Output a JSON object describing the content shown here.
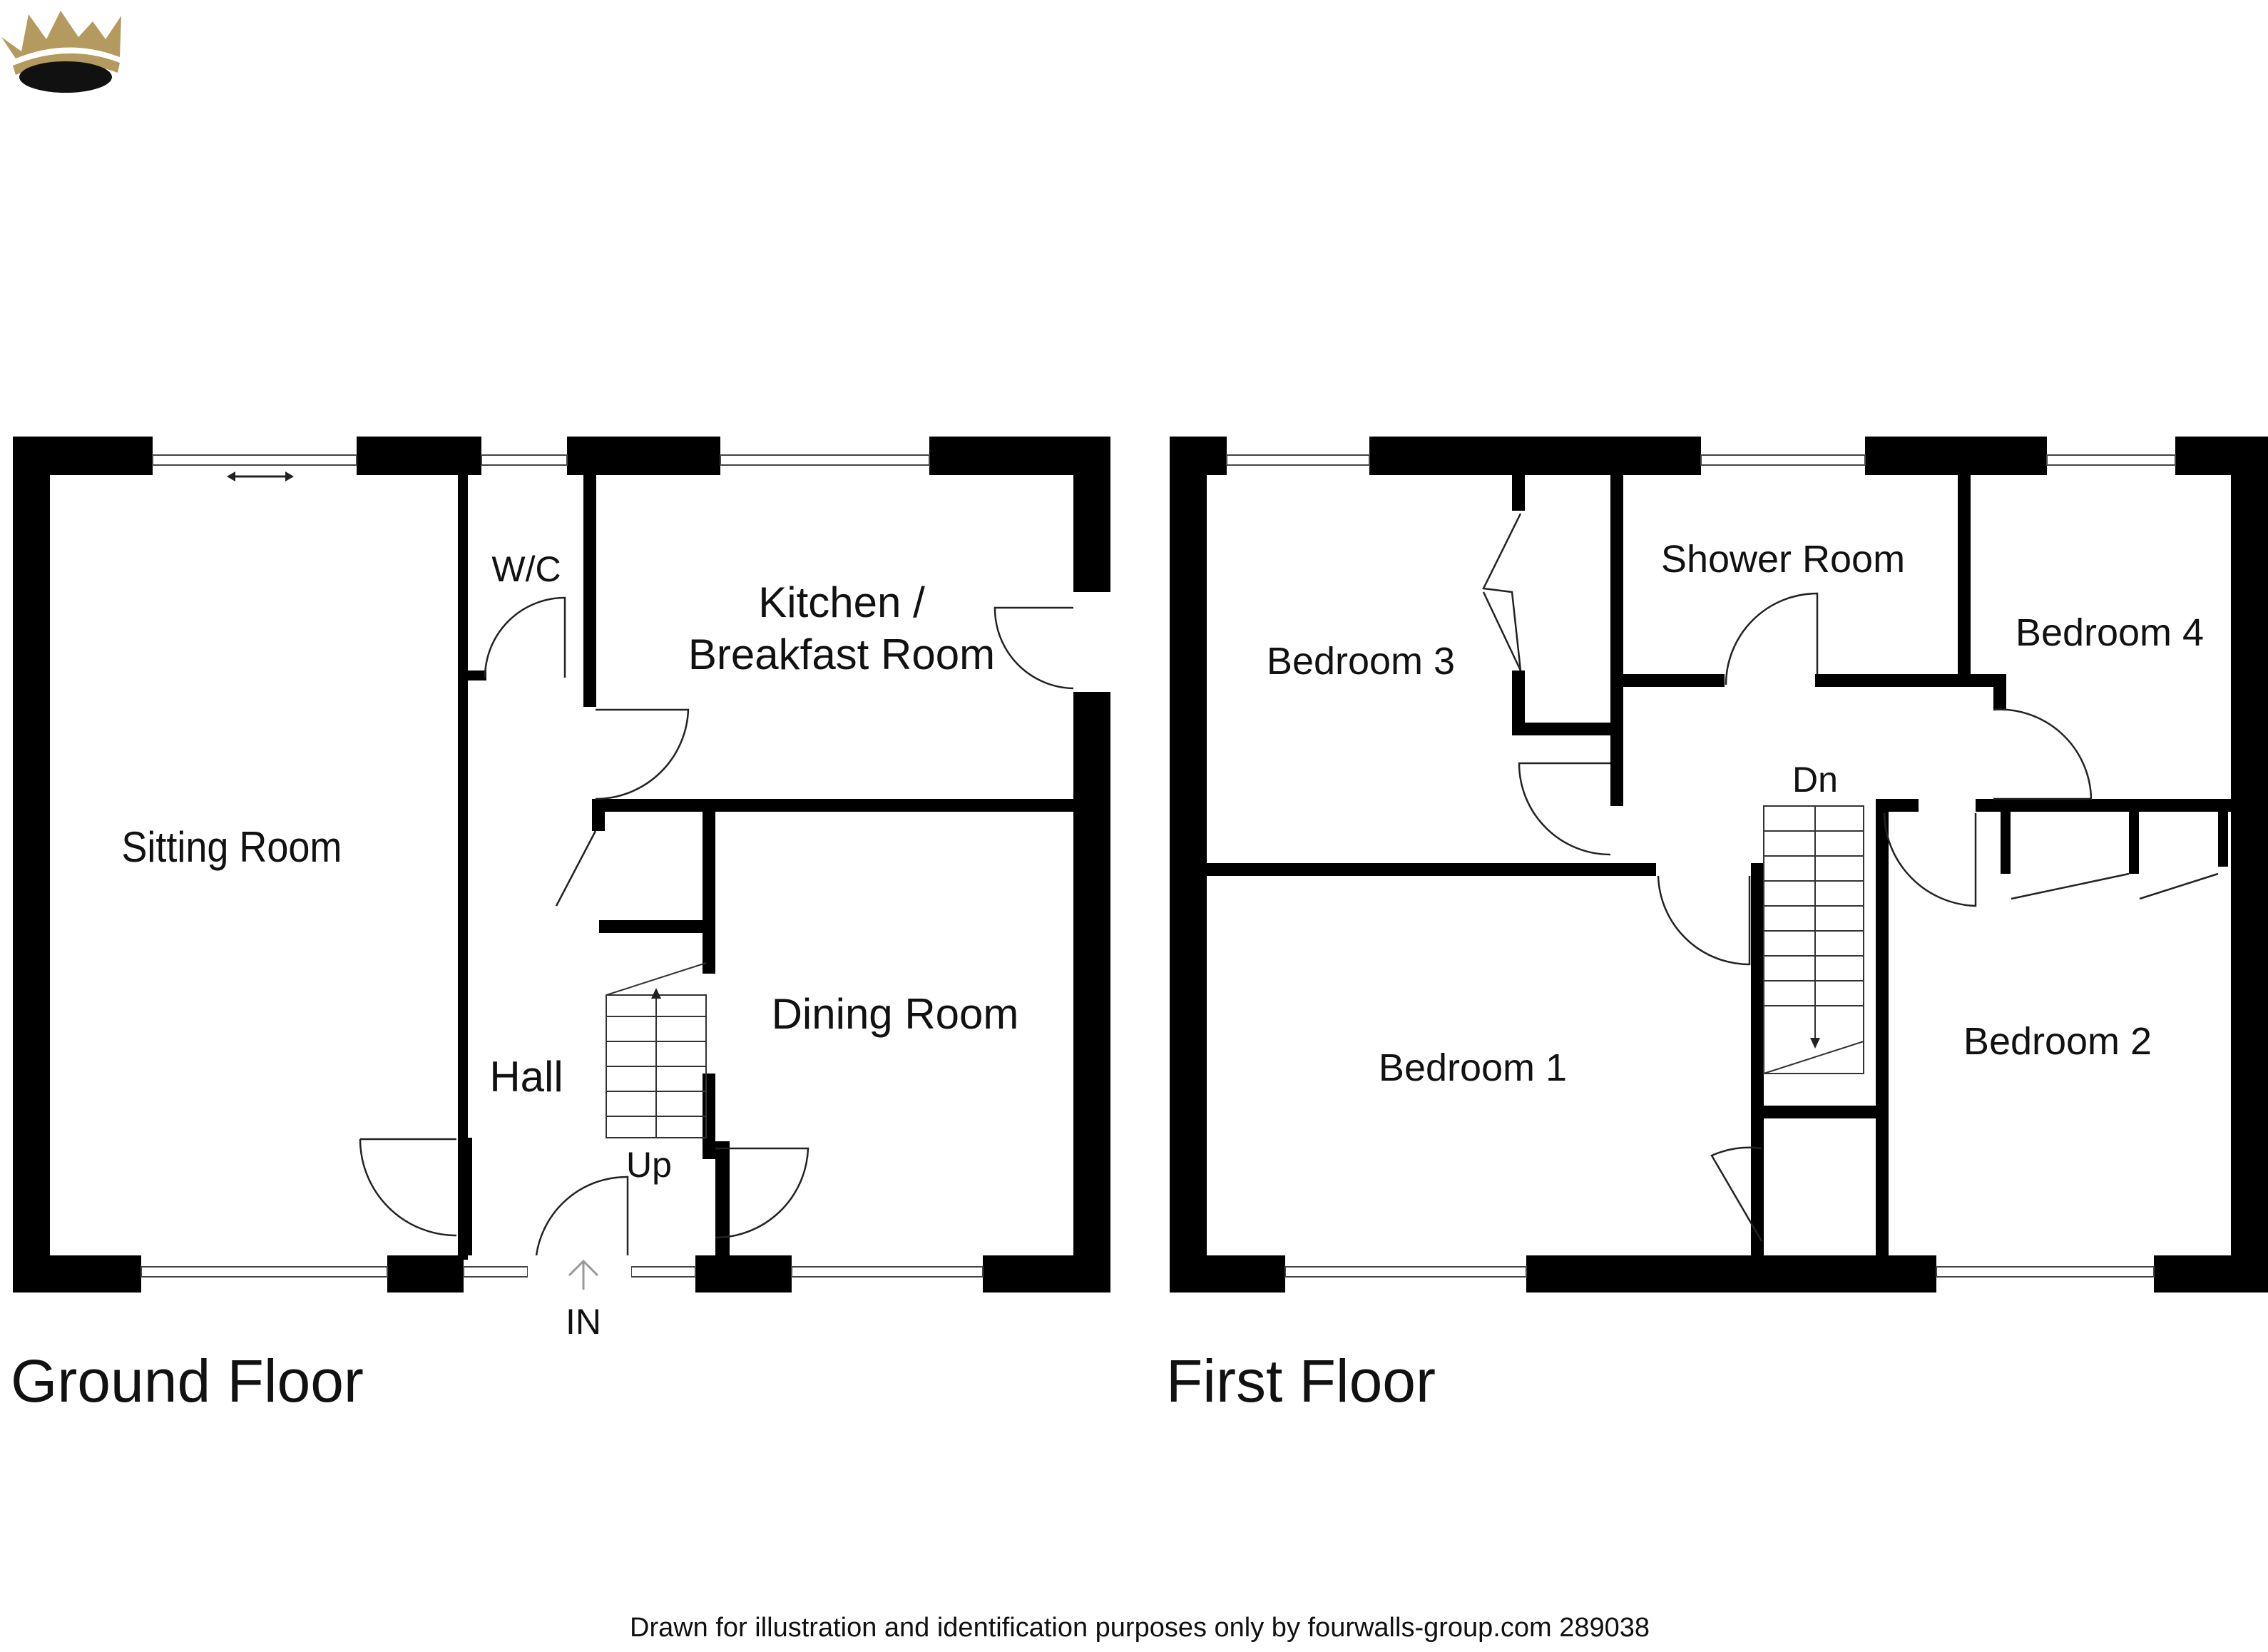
{
  "brand": {
    "logo_icon": "crown-logo-icon",
    "gold": "#b49a5e",
    "dark": "#111111"
  },
  "ground_floor": {
    "title": "Ground Floor",
    "rooms": {
      "sitting": "Sitting Room",
      "wc": "W/C",
      "kitchen_line1": "Kitchen /",
      "kitchen_line2": "Breakfast Room",
      "dining": "Dining Room",
      "hall": "Hall"
    },
    "stairs_label": "Up",
    "entrance_label": "IN"
  },
  "first_floor": {
    "title": "First Floor",
    "rooms": {
      "bedroom1": "Bedroom 1",
      "bedroom2": "Bedroom 2",
      "bedroom3": "Bedroom 3",
      "bedroom4": "Bedroom 4",
      "shower": "Shower Room"
    },
    "stairs_label": "Dn"
  },
  "footer": {
    "note": "Drawn for illustration and identification purposes only by fourwalls-group.com 289038"
  }
}
